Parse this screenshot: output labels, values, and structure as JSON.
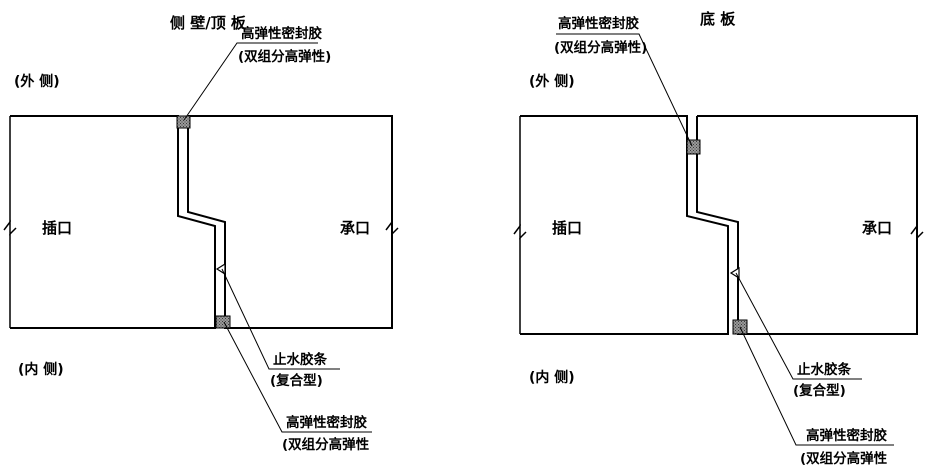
{
  "left_panel": {
    "title": "侧 壁/顶 板",
    "outside_label": "(外 侧)",
    "inside_label": "(内 侧)",
    "spigot_label": "插口",
    "socket_label": "承口",
    "top_callout": {
      "line1": "高弹性密封胶",
      "line2": "(双组分高弹性)"
    },
    "mid_callout": {
      "line1": "止水胶条",
      "line2": "(复合型)"
    },
    "bottom_callout": {
      "line1": "高弹性密封胶",
      "line2": "(双组分高弹性"
    }
  },
  "right_panel": {
    "title": "底 板",
    "outside_label": "(外 侧)",
    "inside_label": "(内 侧)",
    "spigot_label": "插口",
    "socket_label": "承口",
    "top_callout": {
      "line1": "高弹性密封胶",
      "line2": "(双组分高弹性)"
    },
    "mid_callout": {
      "line1": "止水胶条",
      "line2": "(复合型)"
    },
    "bottom_callout": {
      "line1": "高弹性密封胶",
      "line2": "(双组分高弹性"
    }
  },
  "colors": {
    "line": "#000000",
    "sealant": "#8c8c8c",
    "background": "#ffffff"
  }
}
